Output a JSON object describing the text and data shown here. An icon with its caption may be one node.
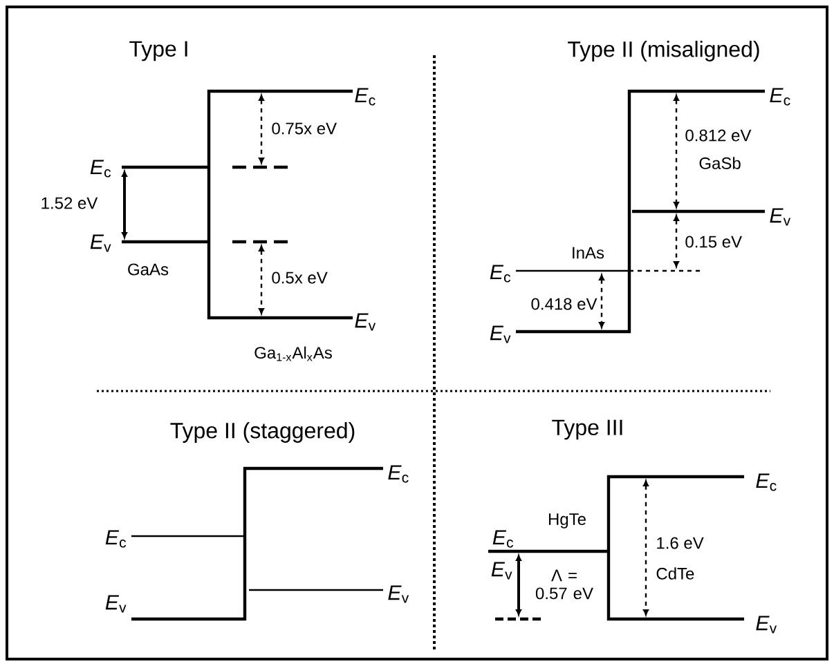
{
  "diagram": {
    "labels": [
      "Type I",
      "*E*$_{c}$",
      "0.75x eV",
      "*E*$_{c}$",
      "1.52 eV",
      "*E*$_{v}$",
      "GaAs",
      "0.5x eV",
      "*E*$_{v}$",
      "Ga$_{1-x}$Al$_{x}$As",
      "Type II (misaligned)",
      "*E*$_{c}$",
      "0.812 eV",
      "GaSb",
      "*E*$_{v}$",
      "InAs",
      "0.15 eV",
      "*E*$_{c}$",
      "0.418 eV",
      "*E*$_{v}$",
      "Type II (staggered)",
      "*E*$_{c}$",
      "*E*$_{c}$",
      "*E*$_{v}$",
      "*E*$_{v}$",
      "Type III",
      "*E*$_{c}$",
      "HgTe",
      "*E*$_{c}$",
      "1.6 eV",
      "*E*$_{v}$",
      "Λ = 0.57 eV",
      "CdTe",
      "*E*$_{v}$"
    ]
  }
}
